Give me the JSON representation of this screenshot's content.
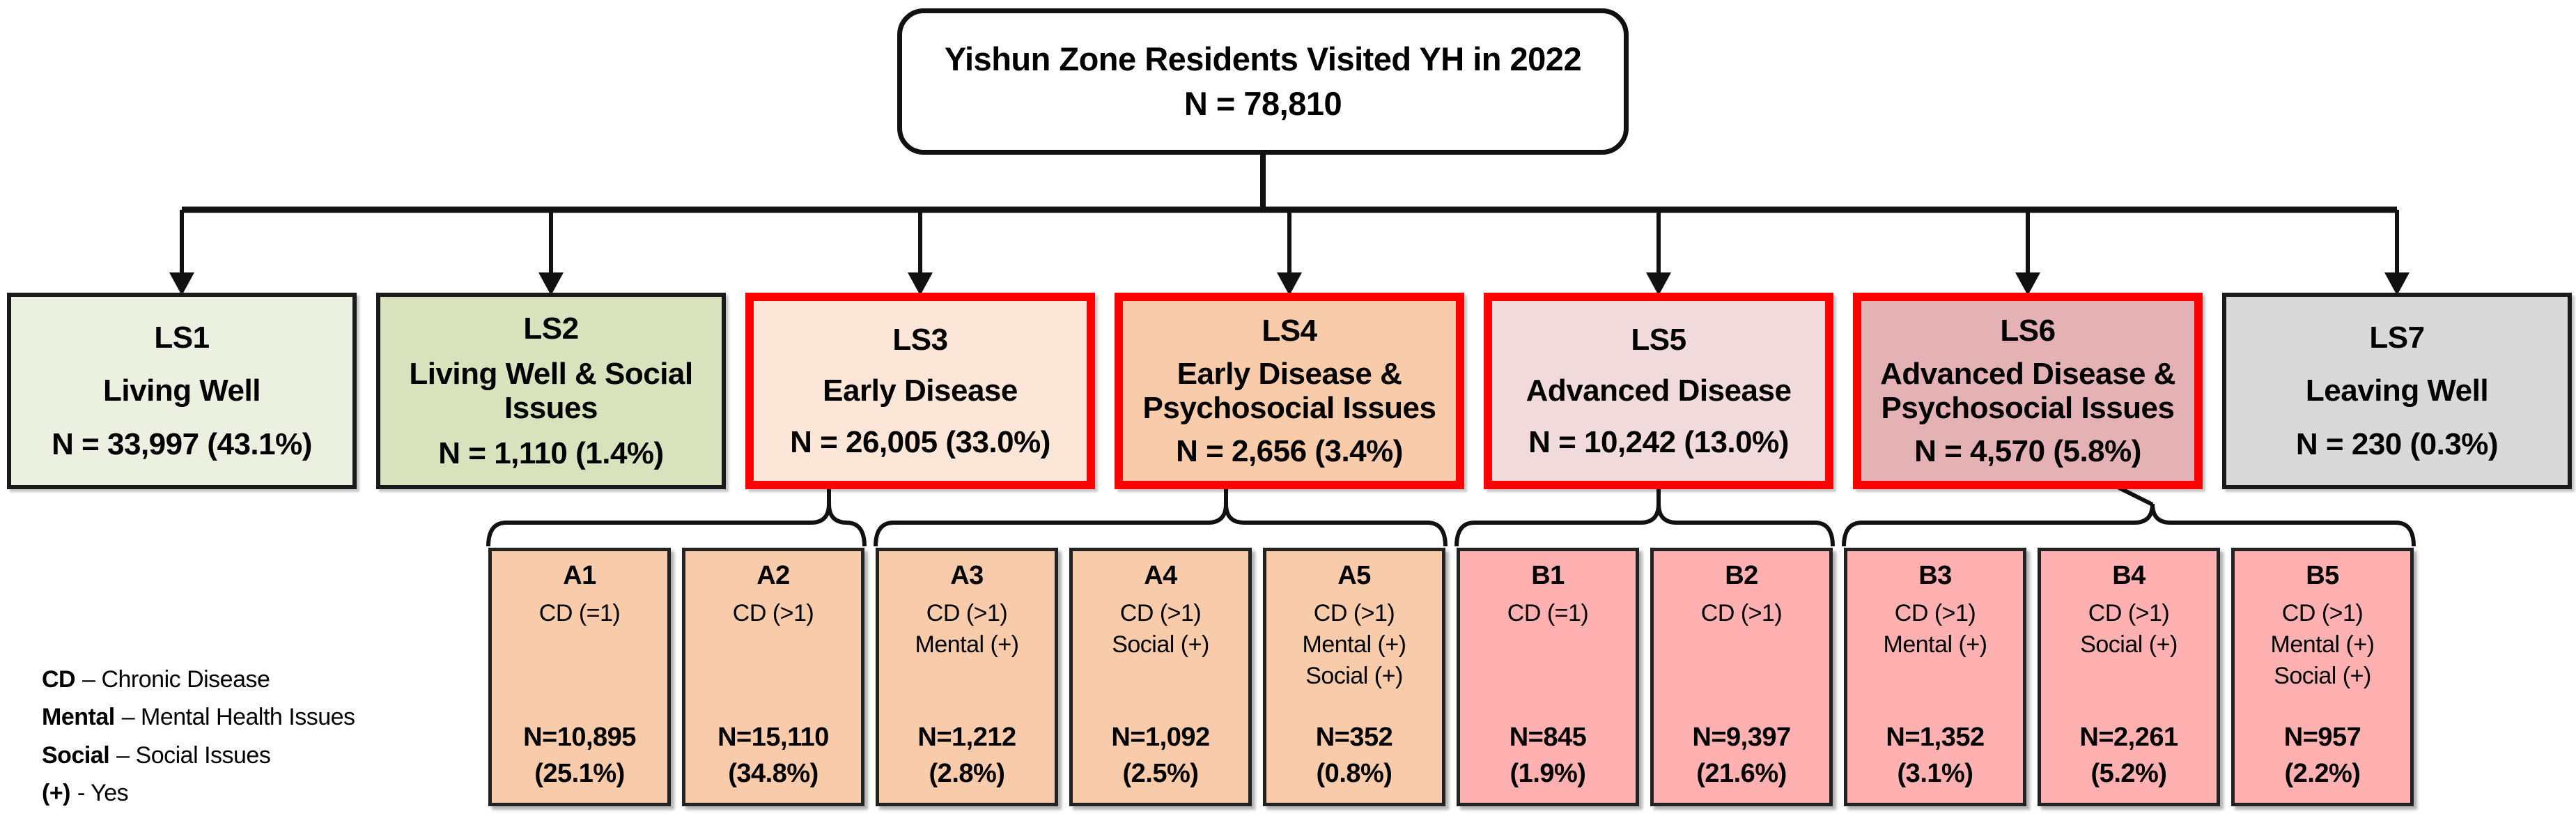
{
  "root": {
    "title": "Yishun Zone Residents Visited YH in 2022",
    "n": "N = 78,810"
  },
  "ls_boxes": [
    {
      "id": "LS1",
      "name": "Living Well",
      "n": "N = 33,997 (43.1%)",
      "bg": "#ecf0e1",
      "border": "#1a1a1a"
    },
    {
      "id": "LS2",
      "name": "Living Well & Social Issues",
      "n": "N = 1,110 (1.4%)",
      "bg": "#d8e3bd",
      "border": "#1a1a1a"
    },
    {
      "id": "LS3",
      "name": "Early Disease",
      "n": "N = 26,005 (33.0%)",
      "bg": "#fbe6d7",
      "border": "#fe0000"
    },
    {
      "id": "LS4",
      "name": "Early Disease & Psychosocial Issues",
      "n": "N = 2,656 (3.4%)",
      "bg": "#f8cbab",
      "border": "#fe0000"
    },
    {
      "id": "LS5",
      "name": "Advanced Disease",
      "n": "N = 10,242 (13.0%)",
      "bg": "#f0dadb",
      "border": "#fe0000"
    },
    {
      "id": "LS6",
      "name": "Advanced Disease & Psychosocial Issues",
      "n": "N = 4,570 (5.8%)",
      "bg": "#e4b2b4",
      "border": "#fe0000"
    },
    {
      "id": "LS7",
      "name": "Leaving Well",
      "n": "N = 230 (0.3%)",
      "bg": "#d9d9d9",
      "border": "#1a1a1a"
    }
  ],
  "sub_boxes": [
    {
      "id": "A1",
      "conditions": [
        "CD (=1)"
      ],
      "n": "N=10,895",
      "pct": "(25.1%)",
      "bg": "#f8cbab",
      "parent": "LS3"
    },
    {
      "id": "A2",
      "conditions": [
        "CD (>1)"
      ],
      "n": "N=15,110",
      "pct": "(34.8%)",
      "bg": "#f8cbab",
      "parent": "LS3"
    },
    {
      "id": "A3",
      "conditions": [
        "CD (>1)",
        "Mental (+)"
      ],
      "n": "N=1,212",
      "pct": "(2.8%)",
      "bg": "#f8cbab",
      "parent": "LS4"
    },
    {
      "id": "A4",
      "conditions": [
        "CD (>1)",
        "Social (+)"
      ],
      "n": "N=1,092",
      "pct": "(2.5%)",
      "bg": "#f8cbab",
      "parent": "LS4"
    },
    {
      "id": "A5",
      "conditions": [
        "CD (>1)",
        "Mental (+)",
        "Social (+)"
      ],
      "n": "N=352",
      "pct": "(0.8%)",
      "bg": "#f8cbab",
      "parent": "LS4"
    },
    {
      "id": "B1",
      "conditions": [
        "CD (=1)"
      ],
      "n": "N=845",
      "pct": "(1.9%)",
      "bg": "#ffb1b1",
      "parent": "LS5"
    },
    {
      "id": "B2",
      "conditions": [
        "CD (>1)"
      ],
      "n": "N=9,397",
      "pct": "(21.6%)",
      "bg": "#ffb1b1",
      "parent": "LS5"
    },
    {
      "id": "B3",
      "conditions": [
        "CD (>1)",
        "Mental (+)"
      ],
      "n": "N=1,352",
      "pct": "(3.1%)",
      "bg": "#ffb1b1",
      "parent": "LS6"
    },
    {
      "id": "B4",
      "conditions": [
        "CD (>1)",
        "Social (+)"
      ],
      "n": "N=2,261",
      "pct": "(5.2%)",
      "bg": "#ffb1b1",
      "parent": "LS6"
    },
    {
      "id": "B5",
      "conditions": [
        "CD (>1)",
        "Mental (+)",
        "Social (+)"
      ],
      "n": "N=957",
      "pct": "(2.2%)",
      "bg": "#ffb1b1",
      "parent": "LS6"
    }
  ],
  "legend": [
    {
      "term": "CD",
      "desc": "– Chronic Disease"
    },
    {
      "term": "Mental",
      "desc": "– Mental Health Issues"
    },
    {
      "term": "Social",
      "desc": "– Social Issues"
    },
    {
      "term": "(+)",
      "desc": "-  Yes"
    }
  ],
  "colors": {
    "highlight_border": "#fe0000",
    "default_border": "#1a1a1a",
    "connector": "#111111",
    "top_box_bg": "#ffffff"
  }
}
